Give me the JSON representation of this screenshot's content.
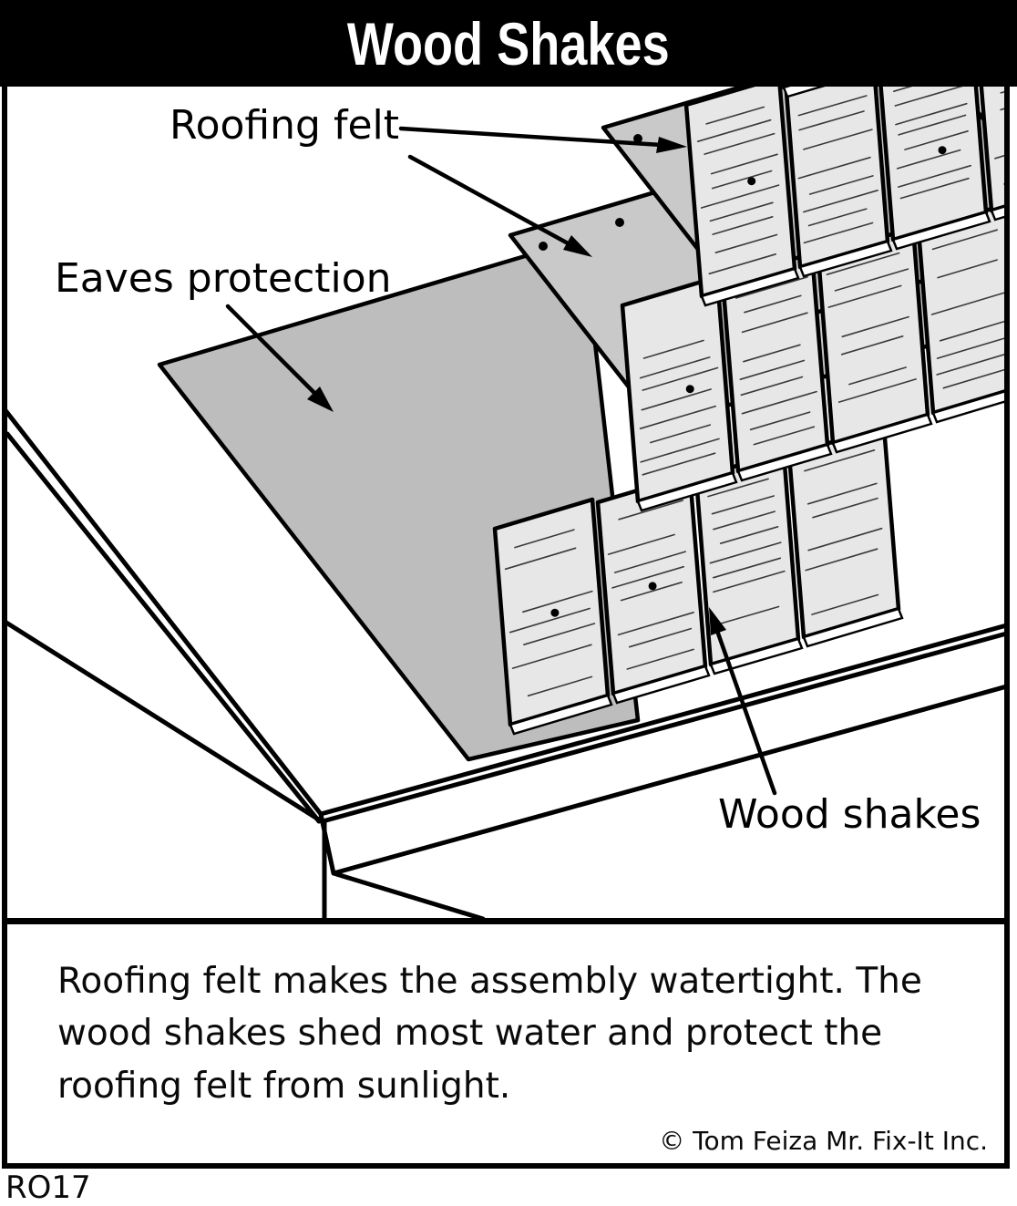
{
  "title_bar": {
    "title": "Wood Shakes"
  },
  "diagram": {
    "labels": {
      "roofing_felt": "Roofing felt",
      "eaves_protection": "Eaves protection",
      "wood_shakes": "Wood shakes"
    }
  },
  "caption": {
    "body": "Roofing felt makes the assembly watertight.  The\nwood shakes shed most water and protect the\nroofing felt from sunlight.",
    "credit": "© Tom Feiza Mr. Fix-It Inc."
  },
  "footer": {
    "code": "RO17"
  },
  "colors": {
    "ink": "#000000",
    "paper": "#ffffff",
    "eaves_protection_felt": "#bdbdbd",
    "roofing_felt": "#c9c9c9",
    "wood_shake": "#e7e7e7"
  }
}
